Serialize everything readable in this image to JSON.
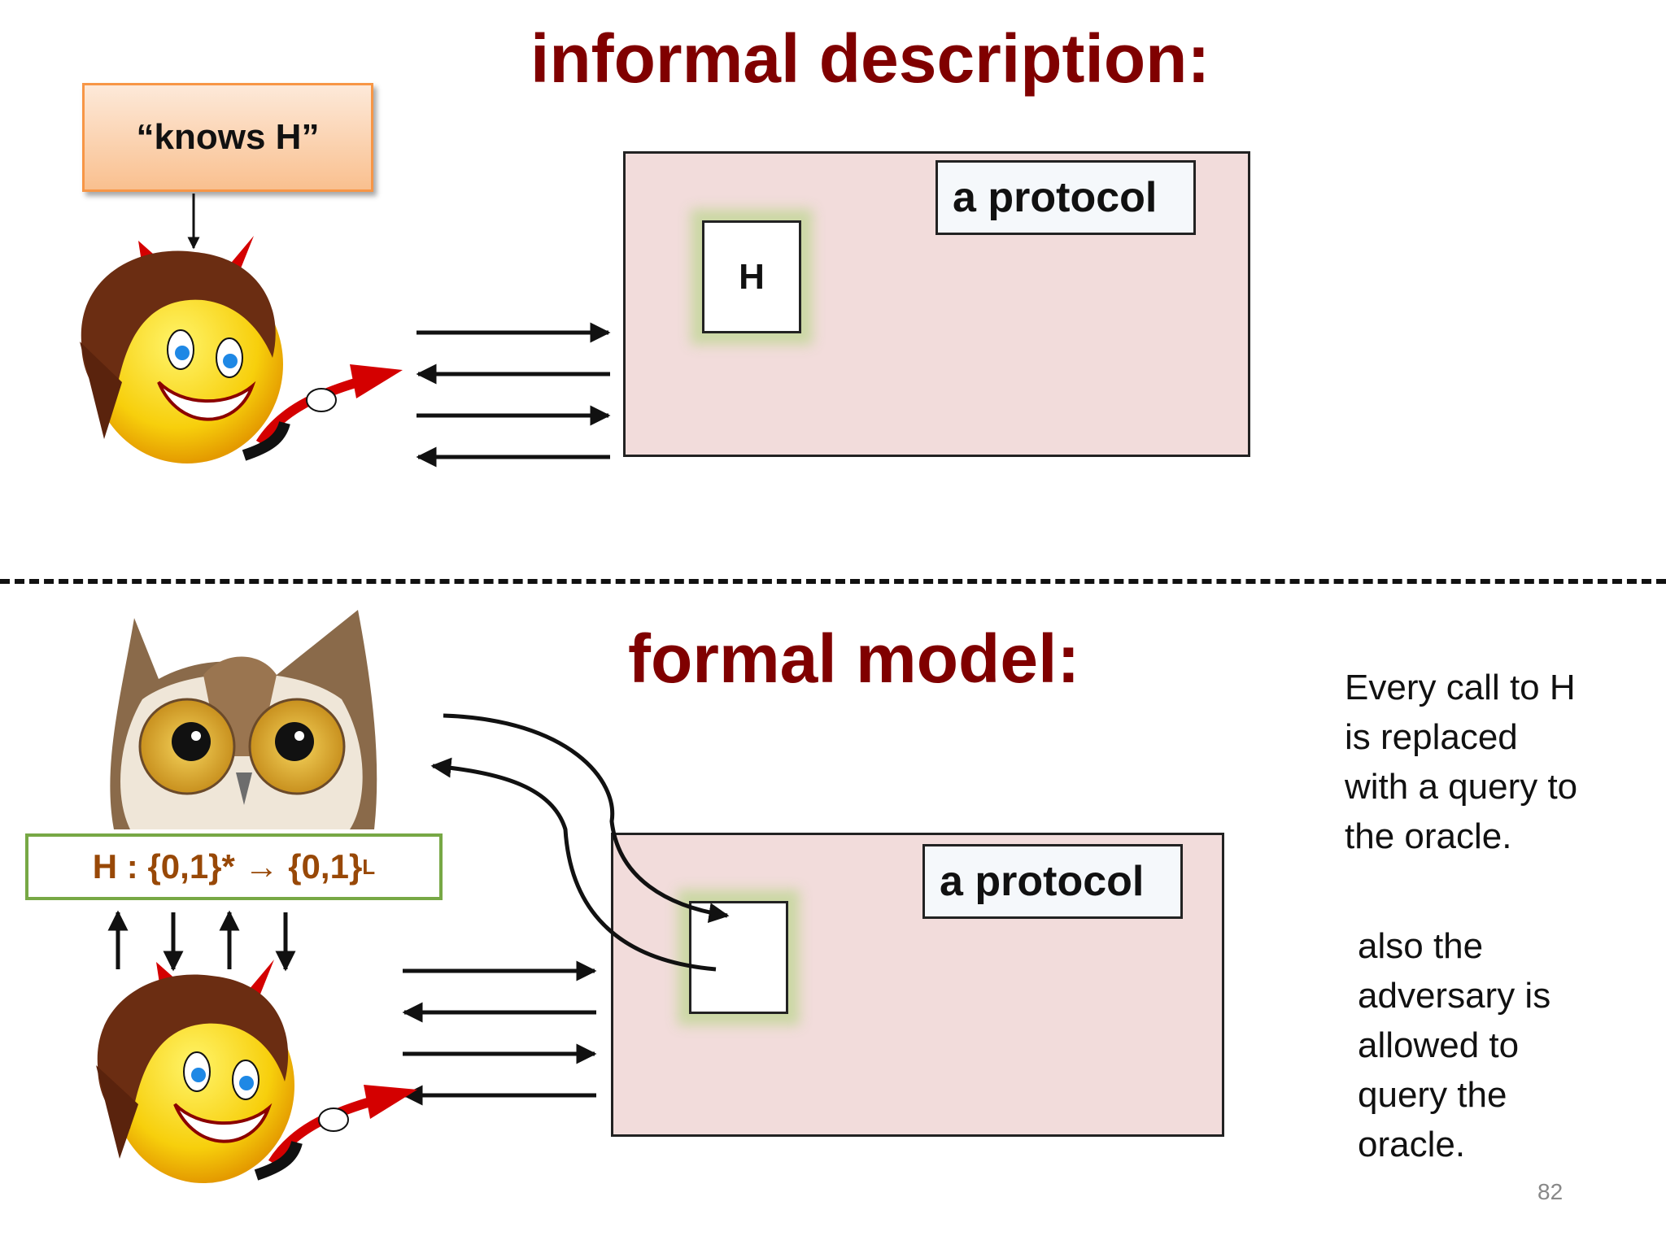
{
  "top": {
    "title": "informal description:",
    "knows_label": "“knows H”",
    "protocol_label": "a protocol",
    "h_label": "H"
  },
  "bottom": {
    "title": "formal model:",
    "oracle_label": "H : {0,1}* → {0,1}",
    "oracle_superscript": "L",
    "protocol_label": "a protocol",
    "note_1": "Every call to H\nis replaced\nwith a query to\nthe oracle.",
    "note_2": "also the\nadversary is\nallowed to\nquery the\noracle."
  },
  "page_number": "82",
  "colors": {
    "title": "#800000",
    "protocol_fill": "#f2dcdb",
    "knows_fill": "#f9c08f",
    "knows_border": "#f79646",
    "oracle_border": "#77a845",
    "oracle_text": "#984807",
    "h_glow": "#c4d79b"
  },
  "icons": [
    "devil-emoji-icon",
    "owl-icon"
  ]
}
